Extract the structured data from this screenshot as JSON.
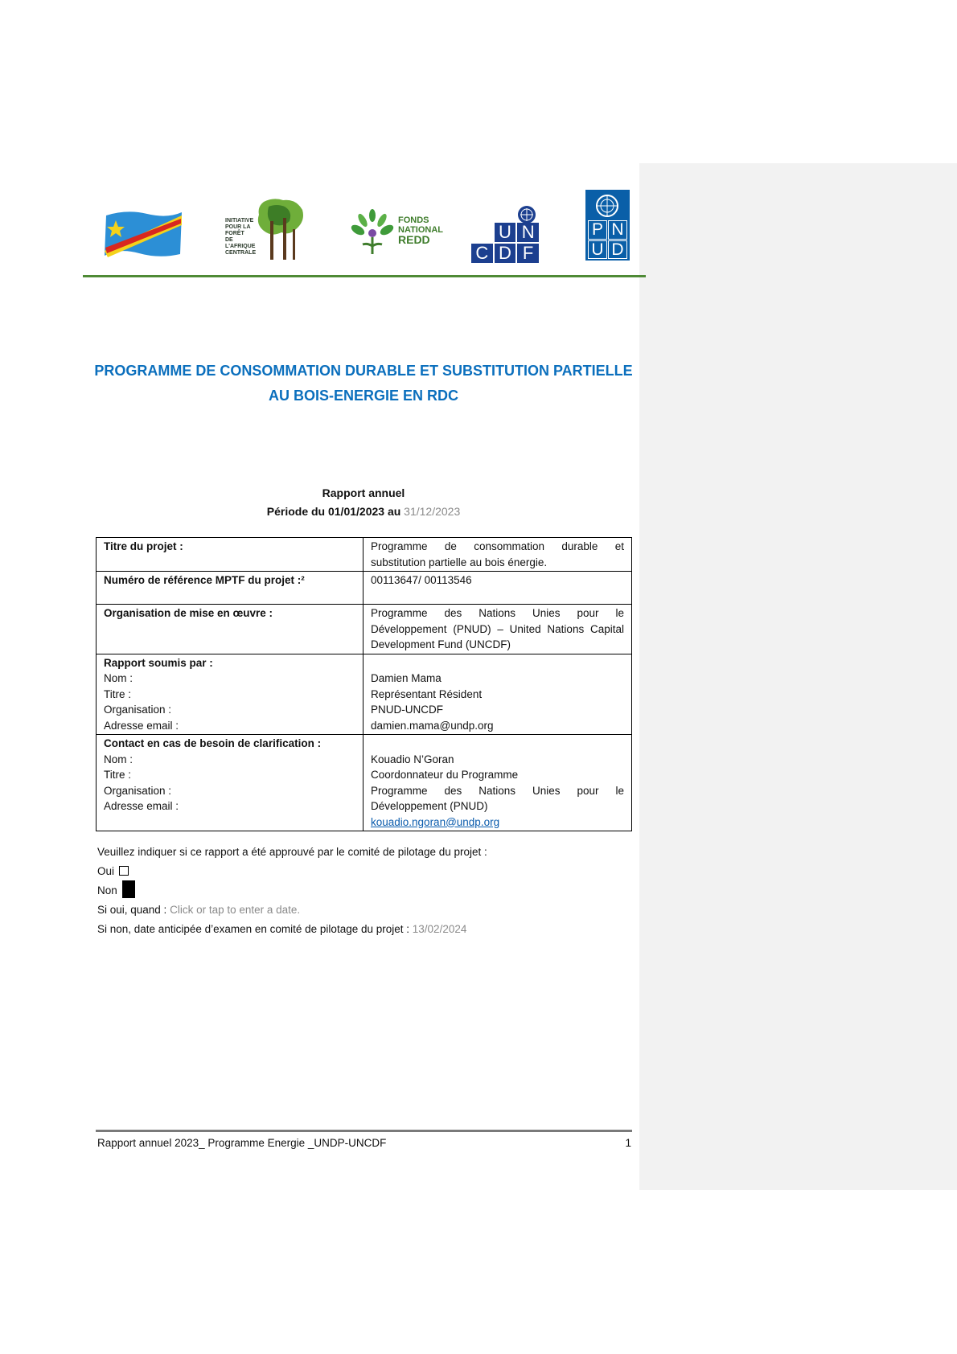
{
  "logos": {
    "ifac_text": "INITIATIVE POUR LA FORÊT DE L'AFRIQUE CENTRALE",
    "redd_text": [
      "FONDS",
      "NATIONAL",
      "REDD"
    ],
    "uncdf_letters": [
      "U",
      "N",
      "C",
      "D",
      "F"
    ],
    "pnud_letters": [
      "P",
      "N",
      "U",
      "D"
    ]
  },
  "title": {
    "line1": "PROGRAMME DE CONSOMMATION DURABLE ET SUBSTITUTION PARTIELLE",
    "line2": "AU BOIS-ENERGIE EN RDC"
  },
  "report": {
    "heading": "Rapport annuel",
    "period_prefix": "Période du 01/01/2023 au",
    "period_end": "31/12/2023"
  },
  "table": {
    "project_title_label": "Titre du projet :",
    "project_title_value": "Programme de consommation durable et substitution partielle au bois énergie.",
    "ref_label": "Numéro de référence MPTF du projet :²",
    "ref_value": "00113647/ 00113546",
    "org_label": "Organisation de mise en œuvre :",
    "org_value": "Programme des Nations Unies pour le Développement (PNUD) – United Nations Capital Development Fund (UNCDF)",
    "submitted_label": "Rapport soumis par :",
    "submitted_fields": {
      "nom_label": "Nom :",
      "titre_label": "Titre :",
      "org_label": "Organisation :",
      "email_label": "Adresse email :"
    },
    "submitted_values": {
      "nom": "Damien Mama",
      "titre": "Représentant Résident",
      "org": "PNUD-UNCDF",
      "email": "damien.mama@undp.org"
    },
    "contact_label": "Contact en cas de besoin de clarification :",
    "contact_fields": {
      "nom_label": "Nom :",
      "titre_label": "Titre :",
      "org_label": "Organisation :",
      "email_label": "Adresse email :"
    },
    "contact_values": {
      "nom": "Kouadio N’Goran",
      "titre": "Coordonnateur du Programme",
      "org": "Programme des Nations Unies pour le Développement (PNUD)",
      "email": "kouadio.ngoran@undp.org"
    }
  },
  "approval": {
    "question": "Veuillez indiquer si ce rapport a été approuvé par le comité de pilotage du projet :",
    "yes_label": "Oui",
    "no_label": "Non",
    "if_yes_label": "Si oui, quand :",
    "if_yes_placeholder": "Click or tap to enter a date.",
    "if_no_label": "Si non, date anticipée d’examen en comité de pilotage du projet :",
    "if_no_date": "13/02/2024"
  },
  "footer": {
    "text": "Rapport annuel 2023_ Programme Energie _UNDP-UNCDF",
    "page_number": "1"
  }
}
